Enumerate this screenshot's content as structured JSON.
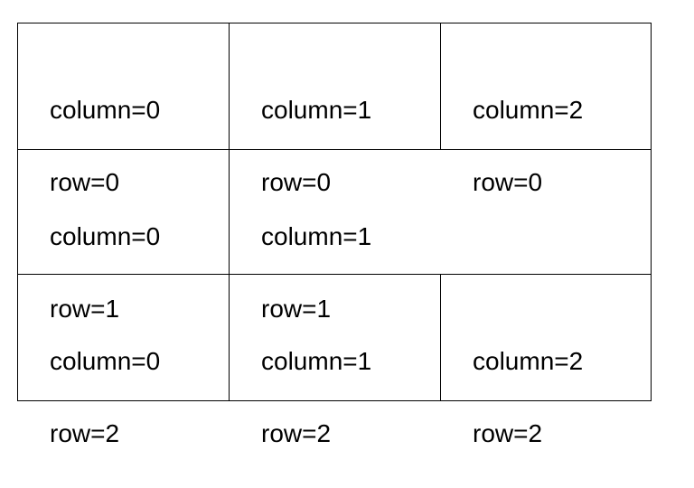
{
  "cells": {
    "r0c0": {
      "line1": "column=0",
      "line2": "row=0"
    },
    "r0c1": {
      "line1": "column=1",
      "line2": "row=0"
    },
    "r0c2": {
      "line1": "column=2",
      "line2": "row=0"
    },
    "r1c0": {
      "line1": "column=0",
      "line2": "row=1"
    },
    "r1c1": {
      "line1": "column=1",
      "line2": "row=1"
    },
    "r2c0": {
      "line1": "column=0",
      "line2": "row=2"
    },
    "r2c1": {
      "line1": "column=1",
      "line2": "row=2"
    },
    "r2c2": {
      "line1": "column=2",
      "line2": "row=2"
    }
  }
}
